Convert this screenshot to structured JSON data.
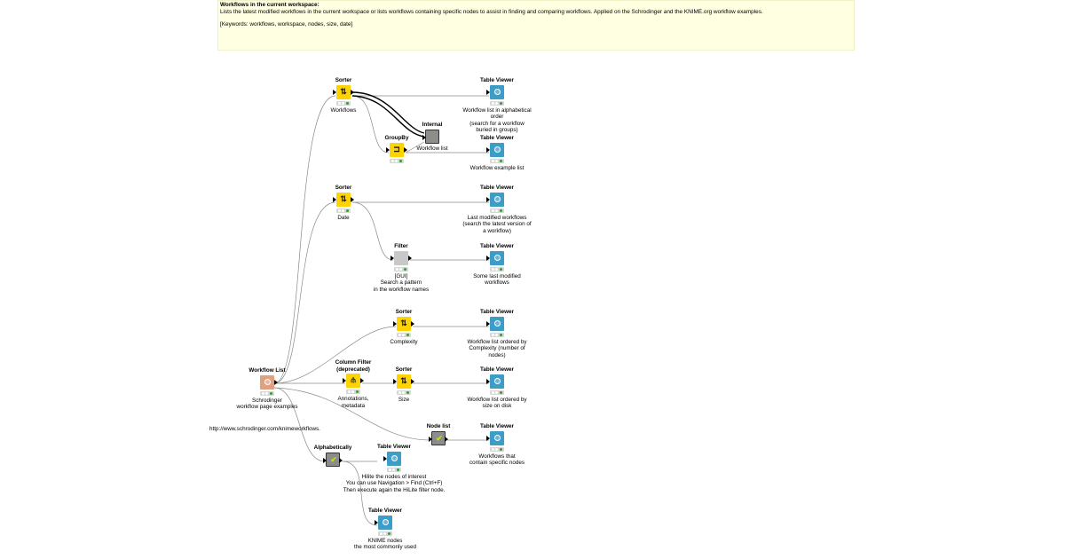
{
  "annotation": {
    "title": "Workflows in the current workspace:",
    "body": "Lists the latest modified workflows in the current workspace or lists workflows containing specific nodes to assist in finding and comparing workflows. Applied on the Schrodinger and the KNIME.org workflow examples.",
    "keywords": "[Keywords: workflows, workspace, nodes, size, date]"
  },
  "url_label": "http://www.schrodinger.com/knimeworkflows.",
  "nodes": {
    "wflist": {
      "name": "Workflow List",
      "desc": "Schrodinger\nworkflow page examples",
      "type": "source",
      "icon": "source-icon"
    },
    "sorter1": {
      "name": "Sorter",
      "desc": "Workflows",
      "type": "manip",
      "icon": "sort-icon"
    },
    "groupby": {
      "name": "GroupBy",
      "desc": "",
      "type": "manip",
      "icon": "groupby-icon"
    },
    "internal": {
      "name": "Internal",
      "desc": "Workflow list",
      "type": "meta",
      "icon": "metanode-icon"
    },
    "tv1": {
      "name": "Table Viewer",
      "desc": "Workflow list in alphabetical order\n(search for a workflow buried in groups)",
      "type": "view",
      "icon": "view-icon"
    },
    "tv2": {
      "name": "Table Viewer",
      "desc": "Workflow example list",
      "type": "view",
      "icon": "view-icon"
    },
    "sorter2": {
      "name": "Sorter",
      "desc": "Date",
      "type": "manip",
      "icon": "sort-icon"
    },
    "tv3": {
      "name": "Table Viewer",
      "desc": "Last modified workflows\n(search the latest version of a workflow)",
      "type": "view",
      "icon": "view-icon"
    },
    "filter": {
      "name": "Filter",
      "desc": "[GUI]\nSearch a pattern\nin the workflow names",
      "type": "other",
      "icon": "filter-icon"
    },
    "tv4": {
      "name": "Table Viewer",
      "desc": "Some last modified workflows",
      "type": "view",
      "icon": "view-icon"
    },
    "sorter3": {
      "name": "Sorter",
      "desc": "Complexity",
      "type": "manip",
      "icon": "sort-icon"
    },
    "tv5": {
      "name": "Table Viewer",
      "desc": "Workflow list ordered by\nComplexity (number of nodes)",
      "type": "view",
      "icon": "view-icon"
    },
    "colfilter": {
      "name": "Column Filter\n(deprecated)",
      "desc": "Annotations,\nmetadata",
      "type": "manip",
      "icon": "column-filter-icon"
    },
    "sorter4": {
      "name": "Sorter",
      "desc": "Size",
      "type": "manip",
      "icon": "sort-icon"
    },
    "tv6": {
      "name": "Table Viewer",
      "desc": "Workflow list ordered by\nsize on disk",
      "type": "view",
      "icon": "view-icon"
    },
    "nodelist": {
      "name": "Node list",
      "desc": "",
      "type": "meta",
      "icon": "metanode-check-icon"
    },
    "tv7": {
      "name": "Table Viewer",
      "desc": "Workflows that\ncontain specific nodes",
      "type": "view",
      "icon": "view-icon"
    },
    "alpha": {
      "name": "Alphabetically",
      "desc": "",
      "type": "meta",
      "icon": "metanode-check-icon"
    },
    "tv8": {
      "name": "Table Viewer",
      "desc": "Hilite the nodes of interest\nYou can use Navigation > Find (Ctrl+F)\nThen execute again the HiLite filter node.",
      "type": "view",
      "icon": "view-icon"
    },
    "tv9": {
      "name": "Table Viewer",
      "desc": "KNIME nodes\nthe most commonly used",
      "type": "view",
      "icon": "view-icon"
    }
  }
}
